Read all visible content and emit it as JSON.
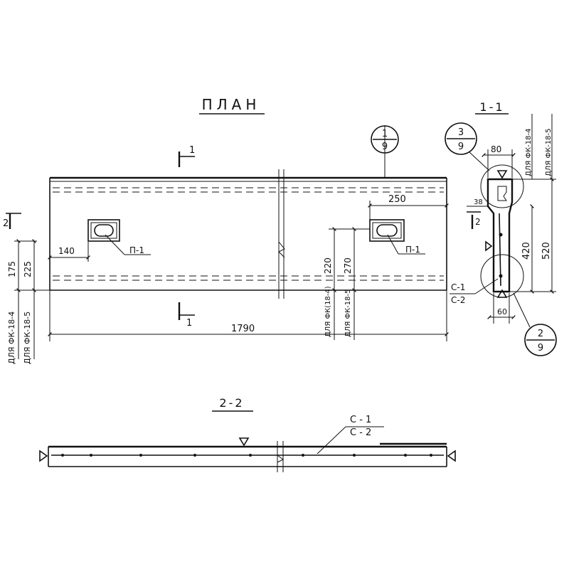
{
  "titles": {
    "plan": "ПЛАН",
    "section_1": "1-1",
    "section_2": "2-2"
  },
  "section_markers": {
    "one": "1",
    "two": "2"
  },
  "callouts": [
    {
      "num": "1",
      "sheet": "9"
    },
    {
      "num": "3",
      "sheet": "9"
    },
    {
      "num": "2",
      "sheet": "9"
    }
  ],
  "plan_dimensions": {
    "length": "1790",
    "opening_offset": "140",
    "right_offset": "250",
    "left_a": "175",
    "left_b": "225",
    "right_a": "220",
    "right_b": "270"
  },
  "labels": {
    "opening_left": "П-1",
    "opening_right": "П-1",
    "mesh_c1": "С-1",
    "mesh_c2": "С-2",
    "for_fk4": "ДЛЯ ФК-18-4",
    "for_fk5": "ДЛЯ ФК-18-5",
    "for_fk4_short": "ДЛЯ ФК(18-4)",
    "for_fk5_short": "ДЛЯ ФК-18-5"
  },
  "section1_dimensions": {
    "top_width": "80",
    "bottom_width": "60",
    "notch": "38",
    "height_a": "420",
    "height_b": "520"
  },
  "section2_labels": {
    "mesh_c1": "С - 1",
    "mesh_c2": "С - 2"
  }
}
